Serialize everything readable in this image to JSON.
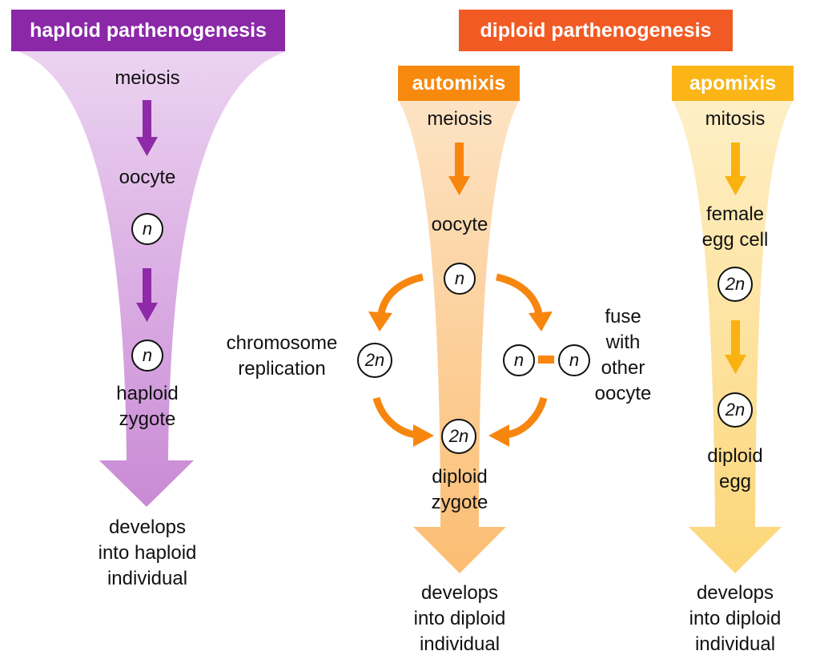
{
  "colors": {
    "haploid_header": "#8a28a8",
    "haploid_funnel": "#cf94d8",
    "haploid_arrow": "#8e2aa8",
    "diploid_header": "#f25a24",
    "automixis_header": "#f7890f",
    "automixis_funnel": "#fcc07a",
    "automixis_arrow": "#f7860f",
    "apomixis_header": "#fbb517",
    "apomixis_funnel": "#fcd987",
    "apomixis_arrow": "#f9b20f"
  },
  "headers": {
    "haploid": "haploid parthenogenesis",
    "diploid": "diploid parthenogenesis",
    "automixis": "automixis",
    "apomixis": "apomixis"
  },
  "haploid": {
    "step1": "meiosis",
    "step2": "oocyte",
    "circle1": "n",
    "circle2": "n",
    "result_line1": "haploid",
    "result_line2": "zygote",
    "outcome_line1": "develops",
    "outcome_line2": "into haploid",
    "outcome_line3": "individual"
  },
  "automixis": {
    "step1": "meiosis",
    "step2": "oocyte",
    "circle_n": "n",
    "left_label_line1": "chromosome",
    "left_label_line2": "replication",
    "left_circle": "2n",
    "right_circle_a": "n",
    "right_circle_b": "n",
    "right_label_line1": "fuse",
    "right_label_line2": "with",
    "right_label_line3": "other",
    "right_label_line4": "oocyte",
    "zygote_circle": "2n",
    "result_line1": "diploid",
    "result_line2": "zygote",
    "outcome_line1": "develops",
    "outcome_line2": "into diploid",
    "outcome_line3": "individual"
  },
  "apomixis": {
    "step1": "mitosis",
    "step2_line1": "female",
    "step2_line2": "egg cell",
    "circle1": "2n",
    "circle2": "2n",
    "result_line1": "diploid",
    "result_line2": "egg",
    "outcome_line1": "develops",
    "outcome_line2": "into diploid",
    "outcome_line3": "individual"
  }
}
